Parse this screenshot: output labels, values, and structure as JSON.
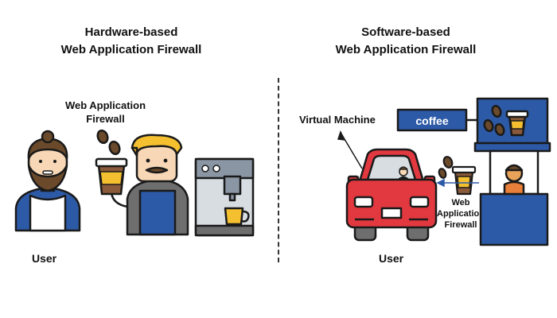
{
  "left_panel": {
    "title_line1": "Hardware-based",
    "title_line2": "Web Application Firewall",
    "waf_label_line1": "Web Application",
    "waf_label_line2": "Firewall",
    "user_label": "User"
  },
  "right_panel": {
    "title_line1": "Software-based",
    "title_line2": "Web Application Firewall",
    "vm_label": "Virtual Machine",
    "sign_text": "coffee",
    "waf_label_line1": "Web",
    "waf_label_line2": "Application",
    "waf_label_line3": "Firewall",
    "user_label": "User"
  },
  "colors": {
    "outline": "#1a1a1a",
    "blue": "#2d5aa6",
    "red": "#e2383f",
    "brown": "#6b4a2b",
    "skin": "#f7d7b5",
    "coffee": "#8a5a3a",
    "yellow": "#f5c030"
  }
}
